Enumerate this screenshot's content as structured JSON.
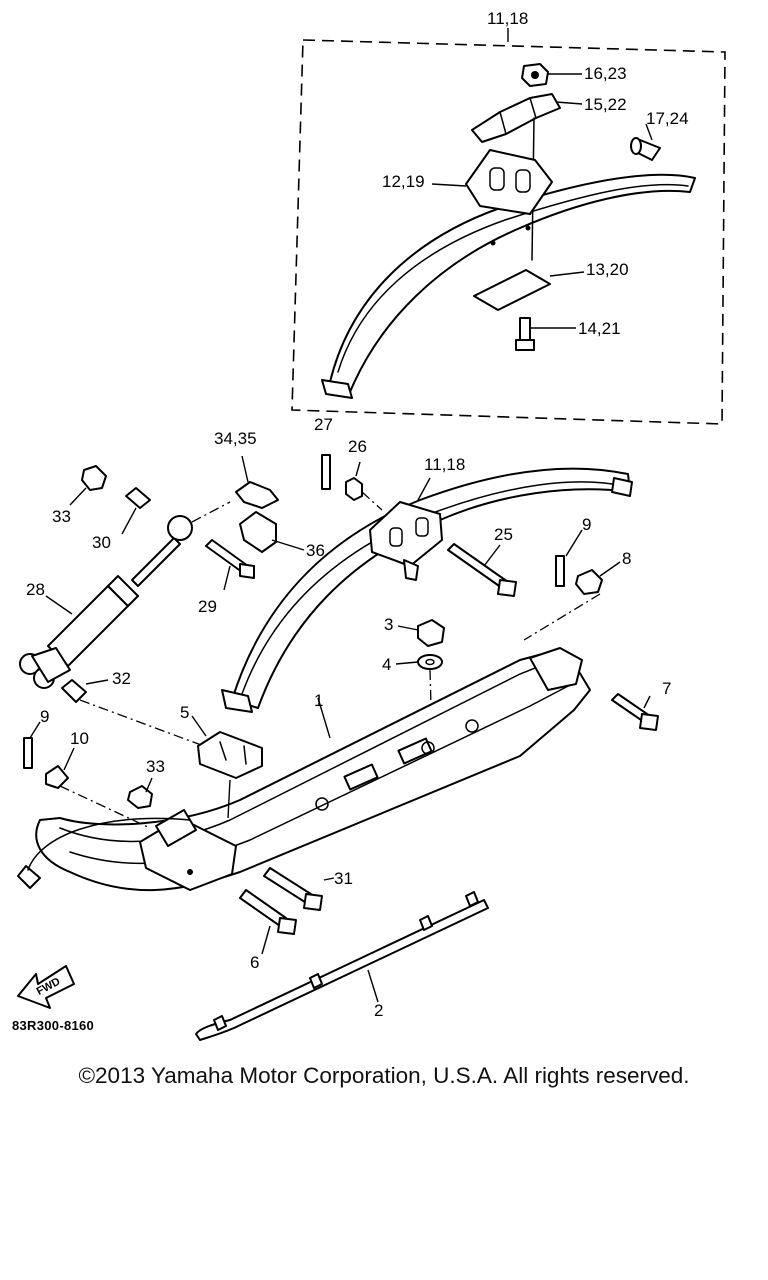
{
  "diagram": {
    "callouts": {
      "c_11_18_top": "11,18",
      "c_16_23": "16,23",
      "c_15_22": "15,22",
      "c_17_24": "17,24",
      "c_12_19": "12,19",
      "c_13_20": "13,20",
      "c_14_21": "14,21",
      "c_27": "27",
      "c_26": "26",
      "c_11_18": "11,18",
      "c_34_35": "34,35",
      "c_33a": "33",
      "c_30": "30",
      "c_36": "36",
      "c_25": "25",
      "c_9a": "9",
      "c_8": "8",
      "c_28": "28",
      "c_29": "29",
      "c_3": "3",
      "c_4": "4",
      "c_7": "7",
      "c_32": "32",
      "c_1": "1",
      "c_5": "5",
      "c_9b": "9",
      "c_10": "10",
      "c_33b": "33",
      "c_31": "31",
      "c_6": "6",
      "c_2": "2"
    },
    "fwd_label": "FWD",
    "drawing_code": "83R300-8160"
  },
  "footer": {
    "copyright": "©2013 Yamaha Motor Corporation, U.S.A. All rights reserved."
  }
}
